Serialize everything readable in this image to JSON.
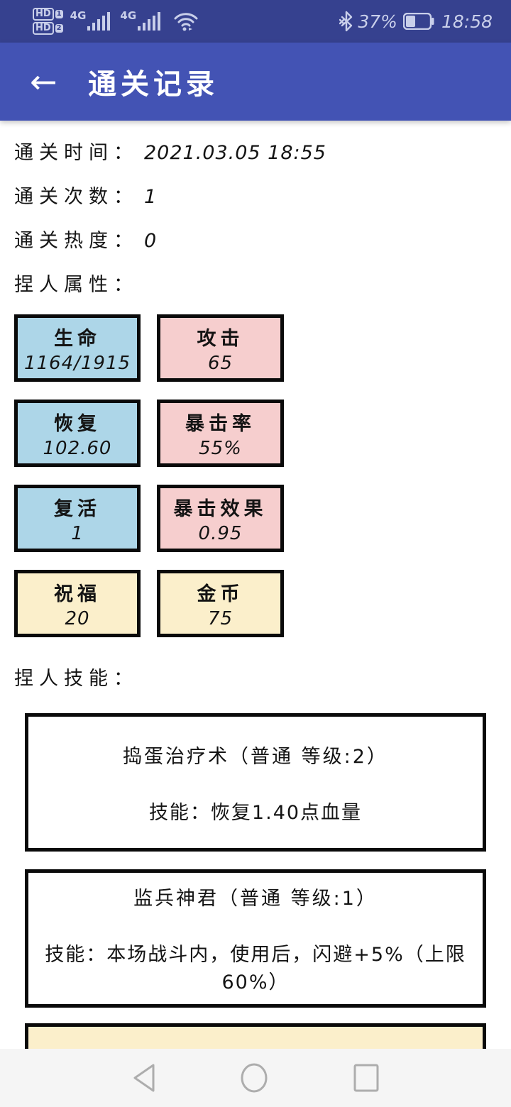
{
  "status_bar": {
    "hd1_label": "HD",
    "hd1_badge": "1",
    "hd2_label": "HD",
    "hd2_badge": "2",
    "network1": "4G",
    "network2": "4G",
    "battery_percent": "37%",
    "time": "18:58"
  },
  "header": {
    "back_icon": "←",
    "title": "通关记录"
  },
  "info": {
    "lines": [
      {
        "label": "通关时间：",
        "value": "2021.03.05 18:55"
      },
      {
        "label": "通关次数：",
        "value": "1"
      },
      {
        "label": "通关热度：",
        "value": "0"
      }
    ]
  },
  "attributes": {
    "section_label": "捏人属性：",
    "cells": [
      {
        "label": "生命",
        "value": "1164/1915",
        "color": "#ADD6E8"
      },
      {
        "label": "攻击",
        "value": "65",
        "color": "#F6CECE"
      },
      {
        "label": "恢复",
        "value": "102.60",
        "color": "#ADD6E8"
      },
      {
        "label": "暴击率",
        "value": "55%",
        "color": "#F6CECE"
      },
      {
        "label": "复活",
        "value": "1",
        "color": "#ADD6E8"
      },
      {
        "label": "暴击效果",
        "value": "0.95",
        "color": "#F6CECE"
      },
      {
        "label": "祝福",
        "value": "20",
        "color": "#FBEFCB"
      },
      {
        "label": "金币",
        "value": "75",
        "color": "#FBEFCB"
      }
    ]
  },
  "skills": {
    "section_label": "捏人技能：",
    "items": [
      {
        "title": "捣蛋治疗术（普通 等级:2）",
        "description": "技能：恢复1.40点血量"
      },
      {
        "title": "监兵神君（普通 等级:1）",
        "description": "技能：本场战斗内，使用后，闪避+5%（上限60%）"
      }
    ],
    "partial_box_color": "#FBEFCB"
  },
  "colors": {
    "status_bar_bg": "#36418F",
    "header_bg": "#4353B4",
    "attr_blue": "#ADD6E8",
    "attr_pink": "#F6CECE",
    "attr_yellow": "#FBEFCB",
    "nav_bar_bg": "#F5F5F5",
    "box_border": "#0A0A0A"
  }
}
